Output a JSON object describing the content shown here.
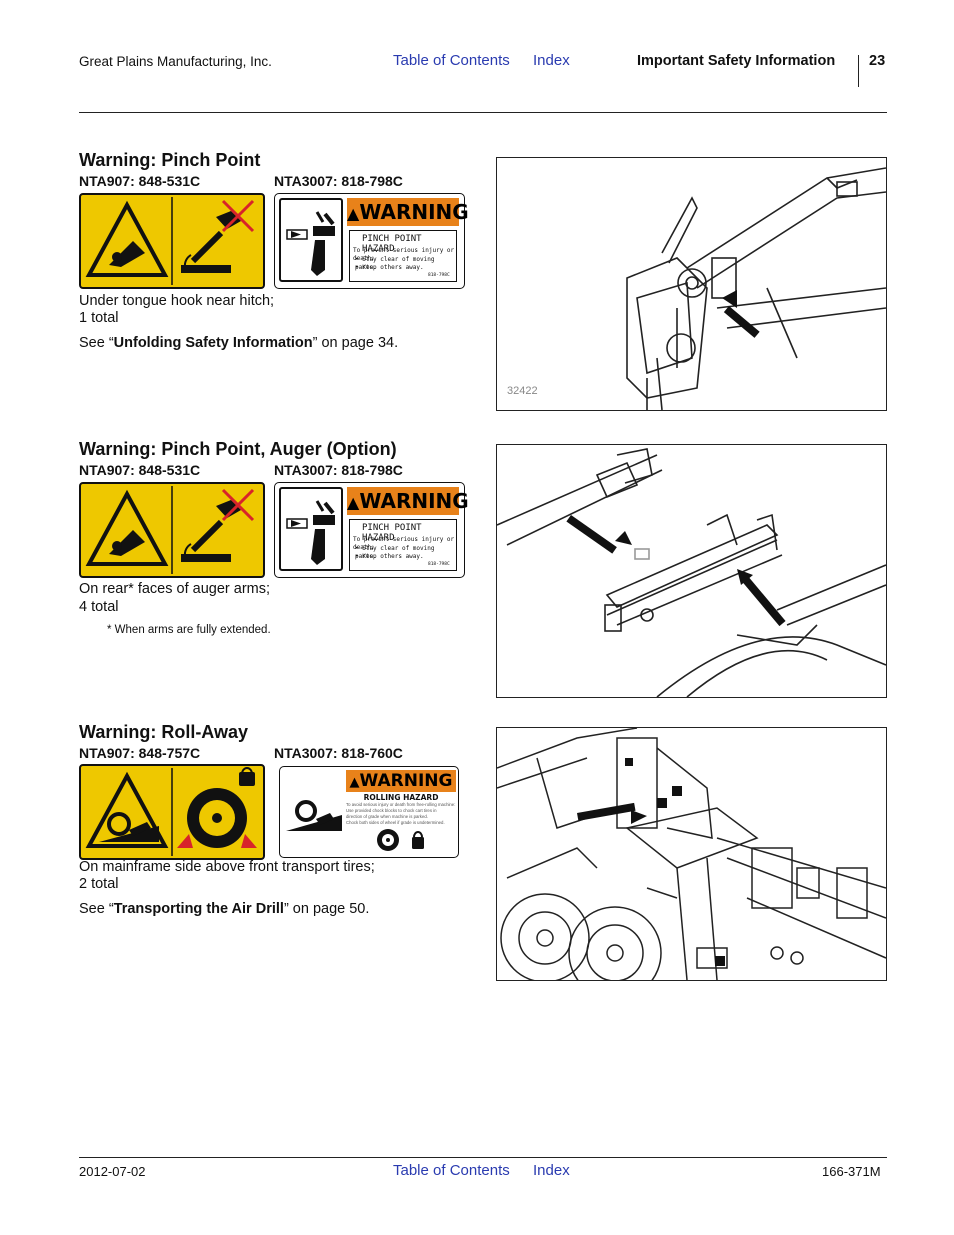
{
  "header": {
    "company": "Great Plains Manufacturing, Inc.",
    "toc_link": "Table of Contents",
    "index_link": "Index",
    "section": "Important Safety Information",
    "page": "23"
  },
  "sections": [
    {
      "title": "Warning: Pinch Point",
      "part_a": "NTA907: 848-531C",
      "part_b": "NTA3007: 818-798C",
      "location_l1": "Under tongue hook near hitch;",
      "location_l2": "1 total",
      "see_prefix": "See “",
      "see_bold": "Unfolding Safety Information",
      "see_suffix": "” on page 34.",
      "figure_number": "32422"
    },
    {
      "title": "Warning: Pinch Point, Auger (Option)",
      "part_a": "NTA907: 848-531C",
      "part_b": "NTA3007: 818-798C",
      "location_l1": "On rear* faces of auger arms;",
      "location_l2": "4 total",
      "footnote": "* When arms are fully extended."
    },
    {
      "title": "Warning: Roll-Away",
      "part_a": "NTA907: 848-757C",
      "part_b": "NTA3007: 818-760C",
      "location_l1": "On mainframe side above front transport tires;",
      "location_l2": "2 total",
      "see_prefix": "See “",
      "see_bold": "Transporting the Air Drill",
      "see_suffix": "” on page 50."
    }
  ],
  "decals": {
    "warning_word": "WARNING",
    "pinch_title": "PINCH POINT HAZARD",
    "pinch_l1": "To prevent serious injury or death:",
    "pinch_l2": "• Stay clear of moving parts.",
    "pinch_l3": "• Keep others away.",
    "pinch_code": "818-798C",
    "rolling_title": "ROLLING HAZARD",
    "rolling_l1": "To avoid serious injury or death from free-rolling machine:",
    "rolling_l2": "Use provided chock blocks to chock cart tires in",
    "rolling_l3": "direction of grade when machine is parked.",
    "rolling_l4": "Chock both sides of wheel if grade is undetermined."
  },
  "footer": {
    "date": "2012-07-02",
    "toc_link": "Table of Contents",
    "index_link": "Index",
    "doc_number": "166-371M"
  },
  "colors": {
    "link": "#2a3bb0",
    "decal_yellow": "#eec800",
    "warning_orange": "#e8821a"
  }
}
